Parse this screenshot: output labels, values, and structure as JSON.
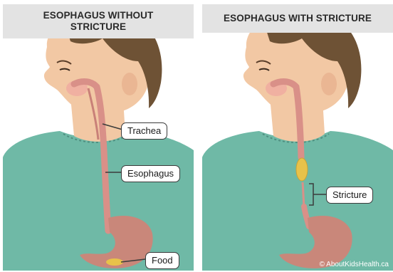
{
  "panels": [
    {
      "title": "ESOPHAGUS WITHOUT\nSTRICTURE",
      "labels": {
        "trachea": "Trachea",
        "esophagus": "Esophagus",
        "food": "Food"
      }
    },
    {
      "title": "ESOPHAGUS WITH STRICTURE",
      "labels": {
        "stricture": "Stricture"
      }
    }
  ],
  "credit": "© AboutKidsHealth.ca",
  "colors": {
    "header_bg": "#e3e3e3",
    "shirt": "#6fb9a6",
    "skin": "#f2c8a4",
    "hair": "#6e5235",
    "esophagus": "#d99088",
    "stomach": "#c9877a",
    "food": "#e8c24a"
  }
}
